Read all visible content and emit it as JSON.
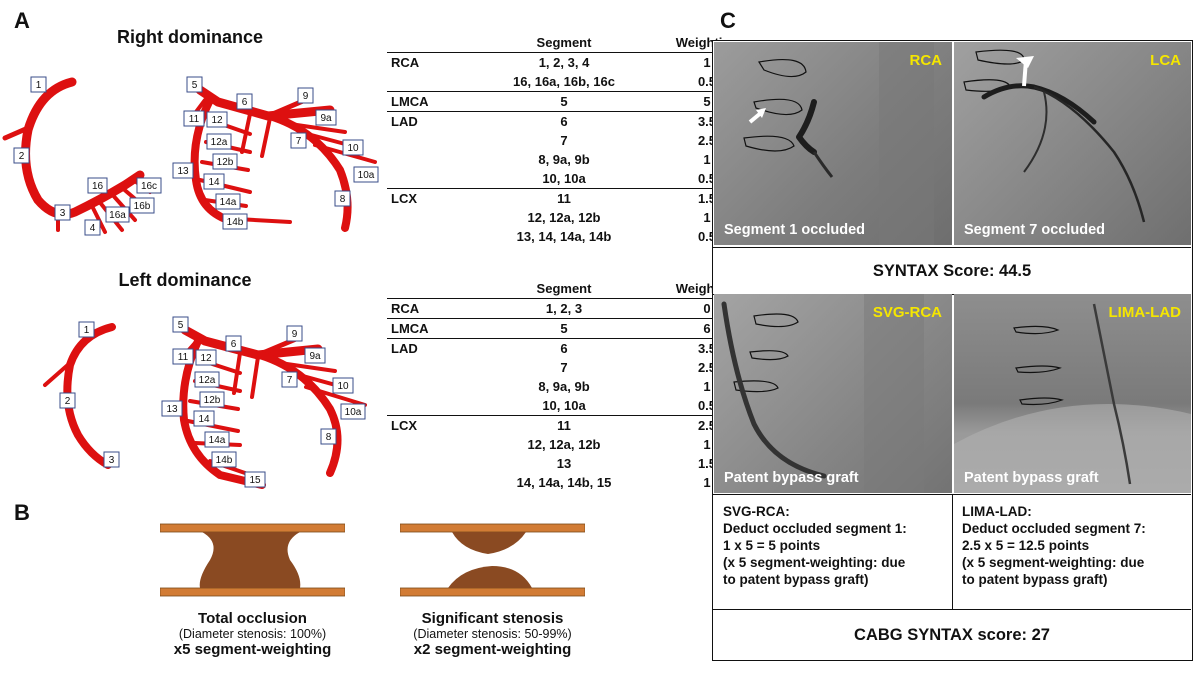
{
  "panel_labels": {
    "a": "A",
    "b": "B",
    "c": "C"
  },
  "colors": {
    "artery": "#dd1010",
    "plate": "#d27c35",
    "plaque": "#8a4a22",
    "angio_label": "#f5e600"
  },
  "panel_a": {
    "right": {
      "title": "Right dominance",
      "seg_labels": [
        "1",
        "2",
        "3",
        "4",
        "16",
        "16a",
        "16b",
        "16c",
        "5",
        "6",
        "9",
        "9a",
        "7",
        "10",
        "10a",
        "8",
        "11",
        "12",
        "12a",
        "12b",
        "13",
        "14",
        "14a",
        "14b"
      ],
      "table": {
        "headers": [
          "",
          "Segment",
          "Weighting"
        ],
        "rows": [
          {
            "artery": "RCA",
            "segment": "1, 2, 3, 4",
            "weight": "1",
            "line": true
          },
          {
            "artery": "",
            "segment": "16, 16a, 16b, 16c",
            "weight": "0.5",
            "line": false
          },
          {
            "artery": "LMCA",
            "segment": "5",
            "weight": "5",
            "line": true
          },
          {
            "artery": "LAD",
            "segment": "6",
            "weight": "3.5",
            "line": true
          },
          {
            "artery": "",
            "segment": "7",
            "weight": "2.5",
            "line": false
          },
          {
            "artery": "",
            "segment": "8, 9a, 9b",
            "weight": "1",
            "line": false
          },
          {
            "artery": "",
            "segment": "10, 10a",
            "weight": "0.5",
            "line": false
          },
          {
            "artery": "LCX",
            "segment": "11",
            "weight": "1.5",
            "line": true
          },
          {
            "artery": "",
            "segment": "12, 12a, 12b",
            "weight": "1",
            "line": false
          },
          {
            "artery": "",
            "segment": "13, 14, 14a, 14b",
            "weight": "0.5",
            "line": false
          }
        ]
      }
    },
    "left": {
      "title": "Left dominance",
      "seg_labels": [
        "1",
        "2",
        "3",
        "5",
        "6",
        "9",
        "9a",
        "7",
        "10",
        "10a",
        "8",
        "11",
        "12",
        "12a",
        "12b",
        "13",
        "14",
        "14a",
        "14b",
        "15"
      ],
      "table": {
        "headers": [
          "",
          "Segment",
          "Weighting"
        ],
        "rows": [
          {
            "artery": "RCA",
            "segment": "1, 2, 3",
            "weight": "0",
            "line": true
          },
          {
            "artery": "LMCA",
            "segment": "5",
            "weight": "6",
            "line": true
          },
          {
            "artery": "LAD",
            "segment": "6",
            "weight": "3.5",
            "line": true
          },
          {
            "artery": "",
            "segment": "7",
            "weight": "2.5",
            "line": false
          },
          {
            "artery": "",
            "segment": "8, 9a, 9b",
            "weight": "1",
            "line": false
          },
          {
            "artery": "",
            "segment": "10, 10a",
            "weight": "0.5",
            "line": false
          },
          {
            "artery": "LCX",
            "segment": "11",
            "weight": "2.5",
            "line": true
          },
          {
            "artery": "",
            "segment": "12, 12a, 12b",
            "weight": "1",
            "line": false
          },
          {
            "artery": "",
            "segment": "13",
            "weight": "1.5",
            "line": false
          },
          {
            "artery": "",
            "segment": "14, 14a, 14b, 15",
            "weight": "1",
            "line": false
          }
        ]
      }
    }
  },
  "panel_b": {
    "total": {
      "title": "Total occlusion",
      "detail": "(Diameter stenosis: 100%)",
      "weighting": "x5 segment-weighting"
    },
    "significant": {
      "title": "Significant stenosis",
      "detail": "(Diameter stenosis: 50-99%)",
      "weighting": "x2 segment-weighting"
    }
  },
  "panel_c": {
    "angio_top_left": {
      "vessel": "RCA",
      "caption": "Segment 1 occluded"
    },
    "angio_top_right": {
      "vessel": "LCA",
      "caption": "Segment 7 occluded"
    },
    "syntax_score": "SYNTAX Score: 44.5",
    "angio_bottom_left": {
      "vessel": "SVG-RCA",
      "caption": "Patent bypass graft"
    },
    "angio_bottom_right": {
      "vessel": "LIMA-LAD",
      "caption": "Patent bypass graft"
    },
    "note_left": [
      "SVG-RCA:",
      "Deduct occluded segment 1:",
      "1 x 5 = 5 points",
      "(x 5 segment-weighting: due",
      "to patent bypass graft)"
    ],
    "note_right": [
      "LIMA-LAD:",
      "Deduct occluded segment 7:",
      "2.5 x 5 = 12.5 points",
      "(x 5 segment-weighting: due",
      "to patent bypass graft)"
    ],
    "cabg_score": "CABG SYNTAX score: 27"
  }
}
